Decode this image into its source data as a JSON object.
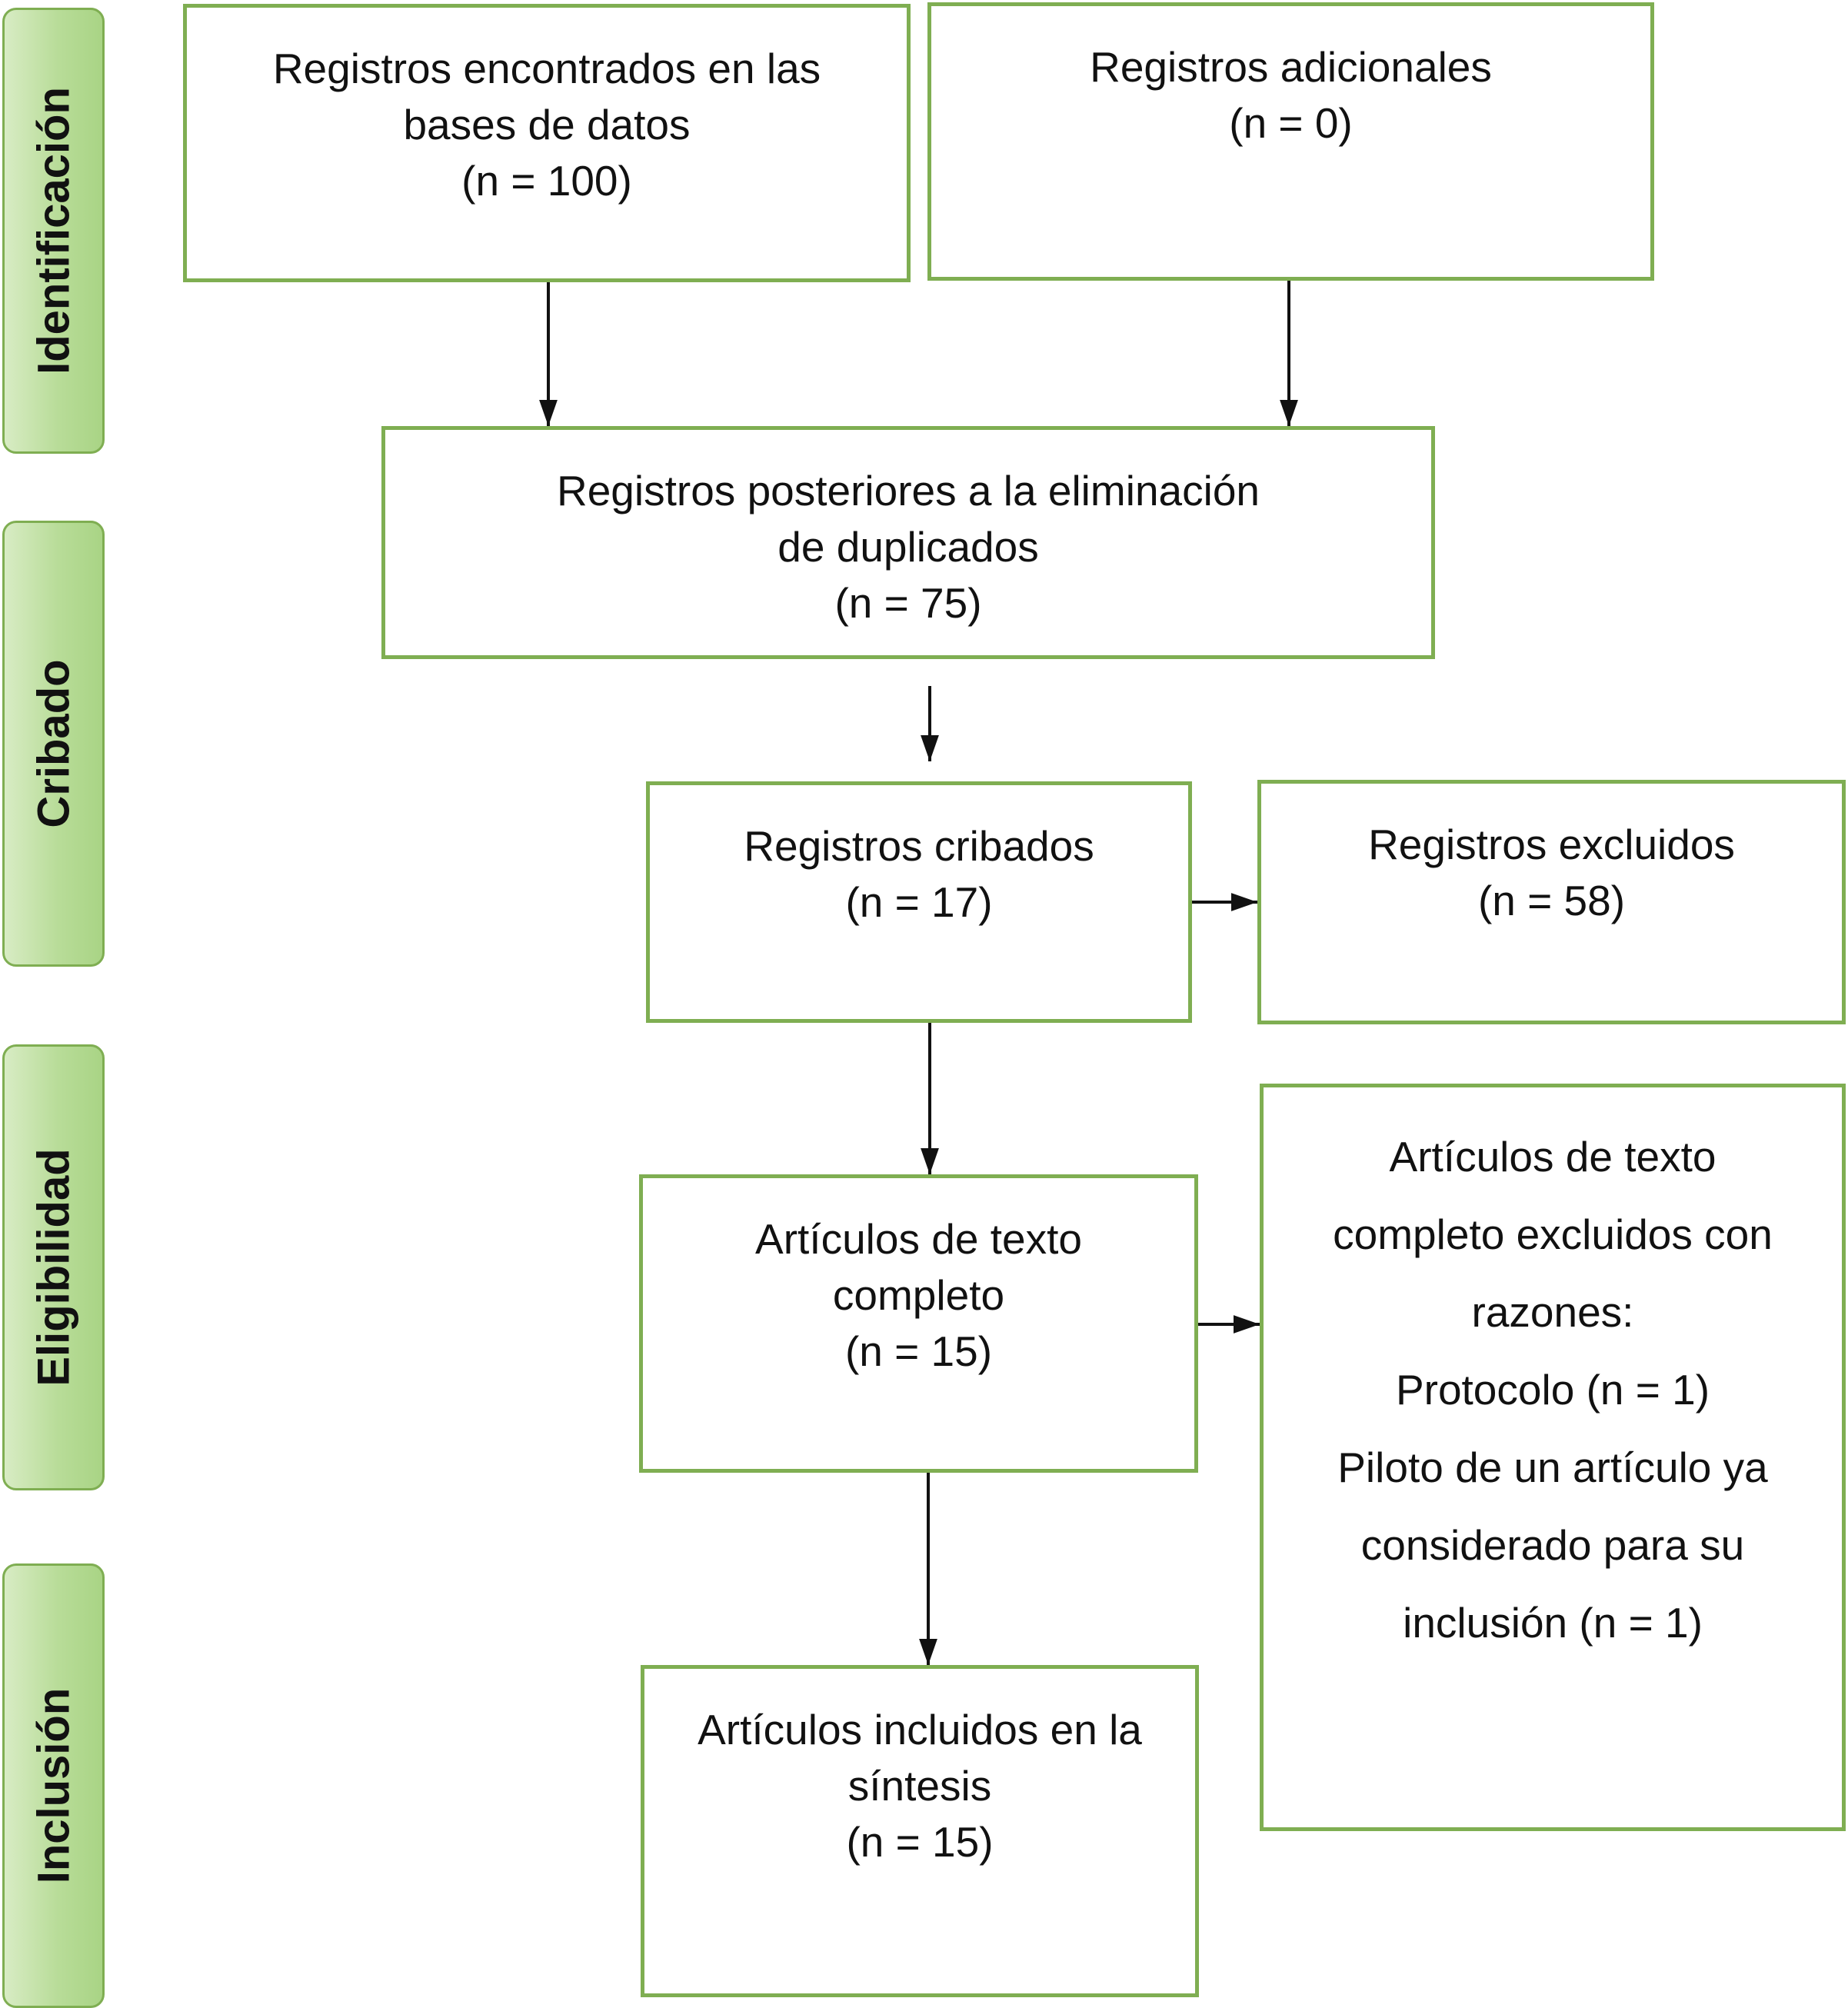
{
  "phases": {
    "identification": "Identificación",
    "screening": "Cribado",
    "eligibility": "Eligibilidad",
    "inclusion": "Inclusión"
  },
  "boxes": {
    "database_records": {
      "lines": [
        "Registros encontrados en las",
        "bases de datos",
        "(n = 100)"
      ]
    },
    "additional_records": {
      "lines": [
        "Registros adicionales",
        "(n = 0)"
      ]
    },
    "after_duplicates": {
      "lines": [
        "Registros posteriores a la eliminación",
        "de duplicados",
        "(n = 75)"
      ]
    },
    "screened": {
      "lines": [
        "Registros cribados",
        "(n = 17)"
      ]
    },
    "excluded": {
      "lines": [
        "Registros excluidos",
        "(n = 58)"
      ]
    },
    "full_text": {
      "lines": [
        "Artículos de texto",
        "completo",
        "(n = 15)"
      ]
    },
    "full_text_excluded": {
      "lines": [
        "Artículos de texto",
        "completo excluidos con",
        "razones:",
        "Protocolo (n = 1)",
        "Piloto de un artículo ya",
        "considerado para su",
        "inclusión (n = 1)"
      ]
    },
    "included": {
      "lines": [
        "Artículos incluidos en la",
        "síntesis",
        "(n = 15)"
      ]
    }
  },
  "colors": {
    "box_border": "#7fae52",
    "phase_fill": "#b8dc98",
    "arrow": "#111111"
  }
}
